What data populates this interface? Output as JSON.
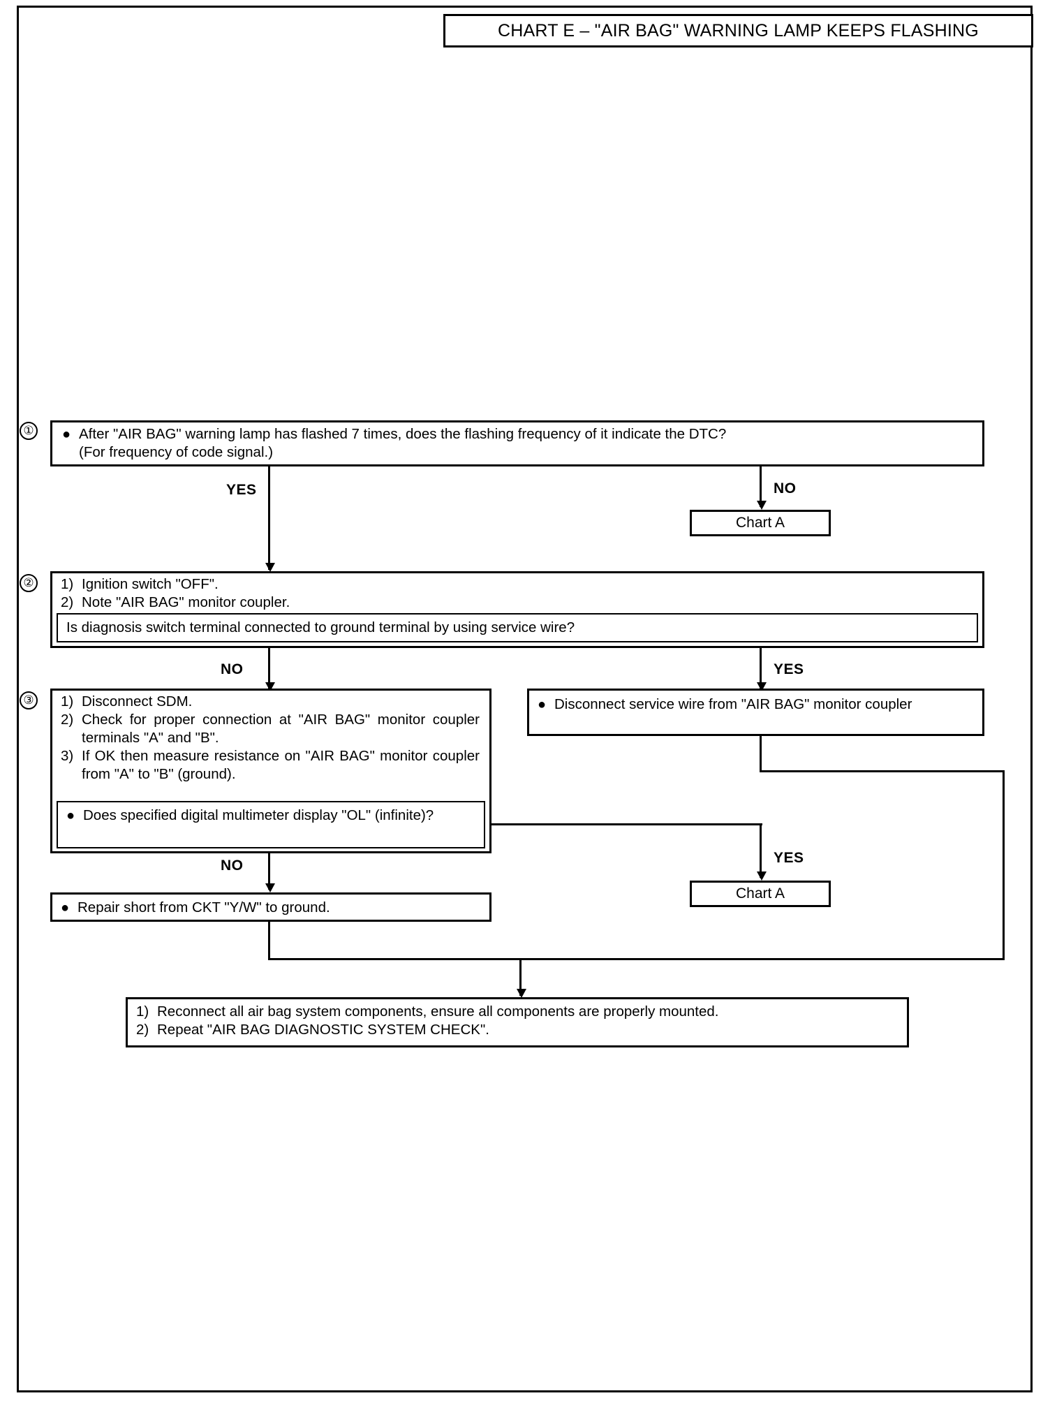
{
  "page": {
    "title": "CHART E – \"AIR BAG\" WARNING LAMP KEEPS FLASHING"
  },
  "steps": {
    "one": "①",
    "two": "②",
    "three": "③"
  },
  "labels": {
    "yes": "YES",
    "no": "NO"
  },
  "nodes": {
    "q1": {
      "bullet": "●",
      "line1": "After \"AIR BAG\" warning lamp has flashed 7 times, does the flashing frequency of it indicate the DTC?",
      "line2": "(For frequency of code signal.)"
    },
    "chart_a_top": "Chart A",
    "step2": {
      "item1_num": "1)",
      "item1_text": "Ignition switch \"OFF\".",
      "item2_num": "2)",
      "item2_text": "Note \"AIR BAG\" monitor coupler.",
      "question": "Is diagnosis switch terminal connected to ground terminal by using service wire?"
    },
    "step3": {
      "item1_num": "1)",
      "item1_text": "Disconnect SDM.",
      "item2_num": "2)",
      "item2_text": "Check for proper connection at \"AIR BAG\" monitor coupler terminals \"A\" and \"B\".",
      "item3_num": "3)",
      "item3_text": "If OK then measure resistance on \"AIR BAG\" monitor coupler from \"A\" to \"B\" (ground).",
      "question_bullet": "●",
      "question": "Does specified digital multimeter display \"OL\" (infinite)?"
    },
    "disconnect_wire": {
      "bullet": "●",
      "text": "Disconnect service wire from \"AIR BAG\" monitor coupler"
    },
    "chart_a_mid": "Chart A",
    "repair_short": {
      "bullet": "●",
      "text": "Repair short from CKT \"Y/W\" to ground."
    },
    "final": {
      "item1_num": "1)",
      "item1_text": "Reconnect all air bag system components, ensure all components are properly mounted.",
      "item2_num": "2)",
      "item2_text": "Repeat \"AIR BAG DIAGNOSTIC SYSTEM CHECK\"."
    }
  },
  "colors": {
    "ink": "#000000",
    "paper": "#ffffff"
  }
}
